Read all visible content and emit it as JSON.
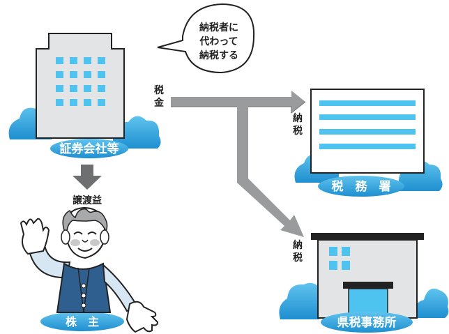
{
  "speech_bubble": {
    "line1": "納税者に",
    "line2": "代わって",
    "line3": "納税する"
  },
  "labels": {
    "securities": "証券会社等",
    "tax_office": "税　務　署",
    "prefecture_office": "県税事務所",
    "shareholder": "株　主",
    "capital_gain": "譲渡益",
    "tax_money_1": "税",
    "tax_money_2": "金",
    "payment1_1": "納",
    "payment1_2": "税",
    "payment2_1": "納",
    "payment2_2": "税"
  },
  "colors": {
    "cloud": "#1f9bd7",
    "cloud_light": "#5fc3ee",
    "building_body": "#e3e4e6",
    "window": "#4ec3ef",
    "arrow_gray": "#9a9b9d",
    "arrow_dark": "#6e6f71",
    "outline": "#222222"
  }
}
